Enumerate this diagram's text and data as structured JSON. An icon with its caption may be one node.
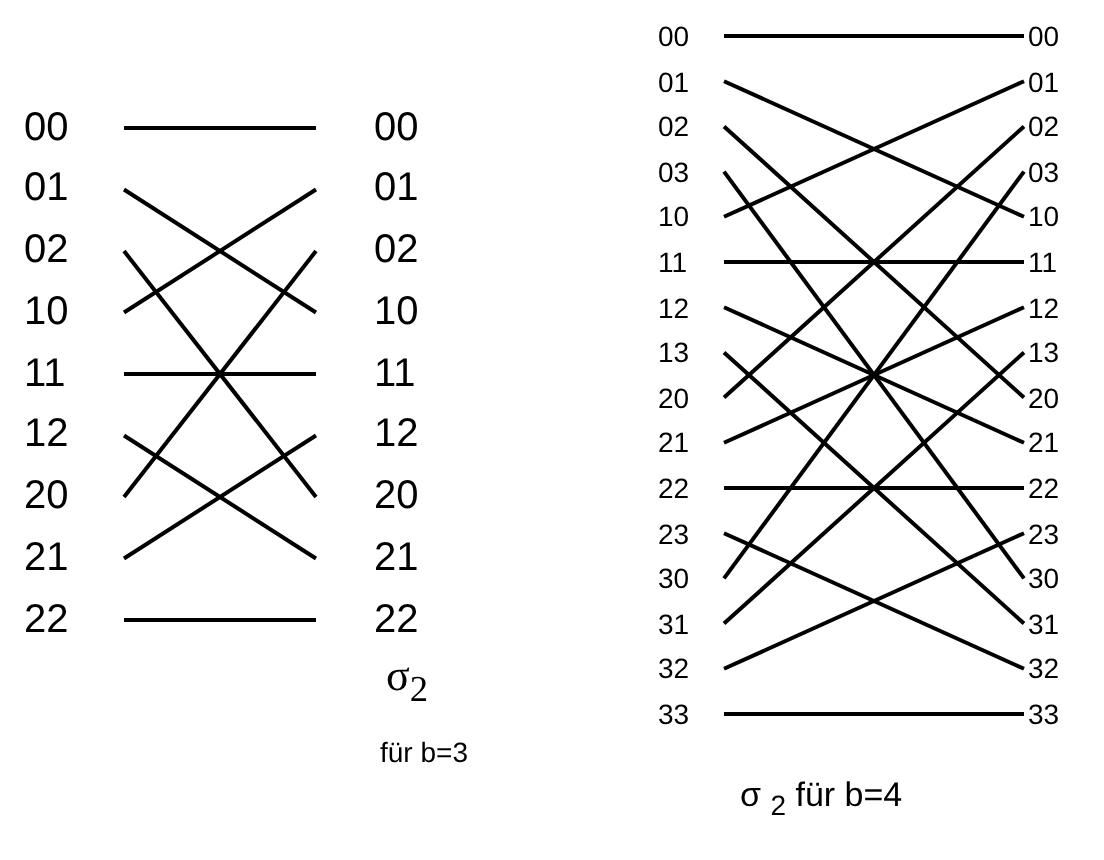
{
  "diagram": {
    "nodes": [
      {
        "text": [
          "00"
        ]
      },
      {
        "text": [
          "01"
        ]
      },
      {
        "text": [
          "02"
        ]
      },
      {
        "text": [
          "10"
        ]
      },
      {
        "text": [
          "11"
        ]
      },
      {
        "text": [
          "12"
        ]
      },
      {
        "text": [
          "20"
        ]
      },
      {
        "text": [
          "21"
        ]
      },
      {
        "text": [
          "22"
        ]
      },
      {
        "text": [
          "00"
        ]
      },
      {
        "text": [
          "01"
        ]
      },
      {
        "text": [
          "02"
        ]
      },
      {
        "text": [
          "10"
        ]
      },
      {
        "text": [
          "11"
        ]
      },
      {
        "text": [
          "12"
        ]
      },
      {
        "text": [
          "20"
        ]
      },
      {
        "text": [
          "21"
        ]
      },
      {
        "text": [
          "22"
        ]
      },
      {
        "text": [
          "00"
        ]
      },
      {
        "text": [
          "01"
        ]
      },
      {
        "text": [
          "02"
        ]
      },
      {
        "text": [
          "03"
        ]
      },
      {
        "text": [
          "10"
        ]
      },
      {
        "text": [
          "11"
        ]
      },
      {
        "text": [
          "12"
        ]
      },
      {
        "text": [
          "13"
        ]
      },
      {
        "text": [
          "20"
        ]
      },
      {
        "text": [
          "21"
        ]
      },
      {
        "text": [
          "22"
        ]
      },
      {
        "text": [
          "23"
        ]
      },
      {
        "text": [
          "30"
        ]
      },
      {
        "text": [
          "31"
        ]
      },
      {
        "text": [
          "32"
        ]
      },
      {
        "text": [
          "33"
        ]
      },
      {
        "text": [
          "00"
        ]
      },
      {
        "text": [
          "01"
        ]
      },
      {
        "text": [
          "02"
        ]
      },
      {
        "text": [
          "03"
        ]
      },
      {
        "text": [
          "10"
        ]
      },
      {
        "text": [
          "11"
        ]
      },
      {
        "text": [
          "12"
        ]
      },
      {
        "text": [
          "13"
        ]
      },
      {
        "text": [
          "20"
        ]
      },
      {
        "text": [
          "21"
        ]
      },
      {
        "text": [
          "22"
        ]
      },
      {
        "text": [
          "23"
        ]
      },
      {
        "text": [
          "30"
        ]
      },
      {
        "text": [
          "31"
        ]
      },
      {
        "text": [
          "32"
        ]
      },
      {
        "text": [
          "33"
        ]
      }
    ],
    "edges": [
      {
        "from": 0,
        "to": 9,
        "arrow": "none"
      },
      {
        "from": 1,
        "to": 12,
        "arrow": "none"
      },
      {
        "from": 2,
        "to": 15,
        "arrow": "none"
      },
      {
        "from": 3,
        "to": 10,
        "arrow": "none"
      },
      {
        "from": 4,
        "to": 13,
        "arrow": "none"
      },
      {
        "from": 5,
        "to": 16,
        "arrow": "none"
      },
      {
        "from": 6,
        "to": 11,
        "arrow": "none"
      },
      {
        "from": 7,
        "to": 14,
        "arrow": "none"
      },
      {
        "from": 8,
        "to": 17,
        "arrow": "none"
      },
      {
        "from": 18,
        "to": 34,
        "arrow": "none"
      },
      {
        "from": 19,
        "to": 38,
        "arrow": "none"
      },
      {
        "from": 20,
        "to": 42,
        "arrow": "none"
      },
      {
        "from": 21,
        "to": 46,
        "arrow": "none"
      },
      {
        "from": 22,
        "to": 35,
        "arrow": "none"
      },
      {
        "from": 23,
        "to": 39,
        "arrow": "none"
      },
      {
        "from": 24,
        "to": 43,
        "arrow": "none"
      },
      {
        "from": 25,
        "to": 47,
        "arrow": "none"
      },
      {
        "from": 26,
        "to": 36,
        "arrow": "none"
      },
      {
        "from": 27,
        "to": 40,
        "arrow": "none"
      },
      {
        "from": 28,
        "to": 44,
        "arrow": "none"
      },
      {
        "from": 29,
        "to": 48,
        "arrow": "none"
      },
      {
        "from": 30,
        "to": 37,
        "arrow": "none"
      },
      {
        "from": 31,
        "to": 41,
        "arrow": "none"
      },
      {
        "from": 32,
        "to": 45,
        "arrow": "none"
      },
      {
        "from": 33,
        "to": 49,
        "arrow": "none"
      }
    ],
    "labels": [
      "σ$_{2}$",
      "für b=3",
      "σ $_{2}$ für b=4"
    ]
  }
}
